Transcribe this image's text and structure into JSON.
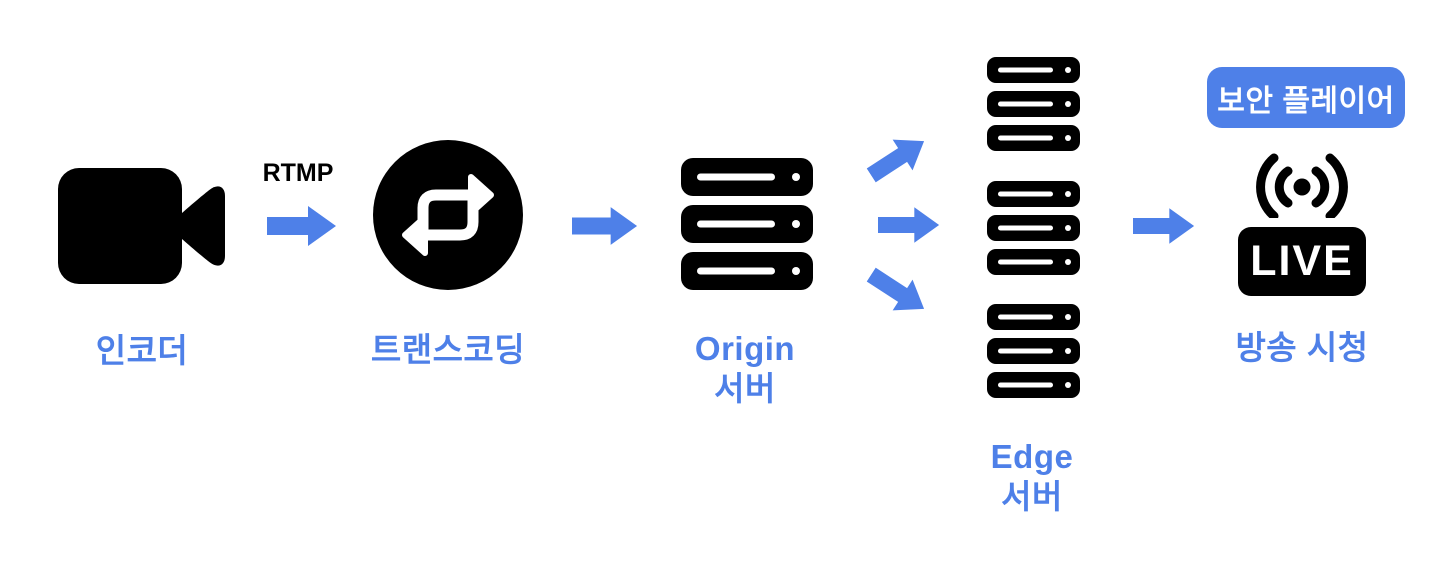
{
  "diagram": {
    "background": "#ffffff",
    "accent_color": "#4e80e8",
    "icon_color": "#000000",
    "nodes": {
      "encoder": {
        "label": "인코더",
        "icon": "video-camera-icon"
      },
      "transcoding": {
        "label": "트랜스코딩",
        "icon": "repeat-icon"
      },
      "origin_server": {
        "label_line1": "Origin",
        "label_line2": "서버",
        "icon": "server-stack-icon",
        "rack_count": 1,
        "slabs_per_rack": 3
      },
      "edge_server": {
        "label_line1": "Edge",
        "label_line2": "서버",
        "icon": "server-stack-icon",
        "rack_count": 3,
        "slabs_per_rack": 3
      },
      "viewer": {
        "label": "방송 시청",
        "badge_label": "보안 플레이어",
        "live_text": "LIVE",
        "icon": "live-broadcast-icon"
      }
    },
    "connections": {
      "encoder_to_transcoding": {
        "label": "RTMP"
      },
      "origin_to_edge": {
        "arrow_count": 3
      }
    }
  }
}
